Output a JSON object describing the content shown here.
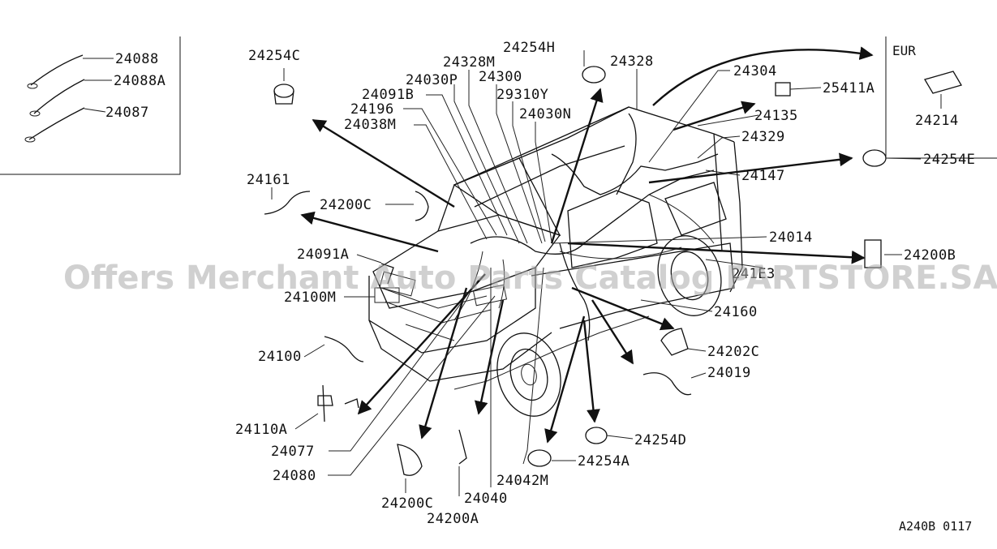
{
  "diagram": {
    "figure_code": "A240B 0117",
    "eur_label": "EUR",
    "watermark": "Offers Merchant Auto Parts Catalog PARTSTORE.SA",
    "parts": [
      {
        "id": "p24088",
        "label": "24088"
      },
      {
        "id": "p24088A",
        "label": "24088A"
      },
      {
        "id": "p24087",
        "label": "24087"
      },
      {
        "id": "p24254C",
        "label": "24254C"
      },
      {
        "id": "p24161",
        "label": "24161"
      },
      {
        "id": "p24200C_top",
        "label": "24200C"
      },
      {
        "id": "p24091A",
        "label": "24091A"
      },
      {
        "id": "p24100M",
        "label": "24100M"
      },
      {
        "id": "p24100",
        "label": "24100"
      },
      {
        "id": "p24110A",
        "label": "24110A"
      },
      {
        "id": "p24077",
        "label": "24077"
      },
      {
        "id": "p24080",
        "label": "24080"
      },
      {
        "id": "p24200C_bot",
        "label": "24200C"
      },
      {
        "id": "p24200A",
        "label": "24200A"
      },
      {
        "id": "p24040",
        "label": "24040"
      },
      {
        "id": "p24042M",
        "label": "24042M"
      },
      {
        "id": "p24254A",
        "label": "24254A"
      },
      {
        "id": "p24254D",
        "label": "24254D"
      },
      {
        "id": "p24019",
        "label": "24019"
      },
      {
        "id": "p24202C",
        "label": "24202C"
      },
      {
        "id": "p24160",
        "label": "24160"
      },
      {
        "id": "p241x3",
        "label": "241ЕЗ"
      },
      {
        "id": "p24200B",
        "label": "24200B"
      },
      {
        "id": "p24014",
        "label": "24014"
      },
      {
        "id": "p24147",
        "label": "24147"
      },
      {
        "id": "p24254E",
        "label": "24254E"
      },
      {
        "id": "p24329",
        "label": "24329"
      },
      {
        "id": "p24135",
        "label": "24135"
      },
      {
        "id": "p25411A",
        "label": "25411A"
      },
      {
        "id": "p24304",
        "label": "24304"
      },
      {
        "id": "p24214",
        "label": "24214"
      },
      {
        "id": "p24328",
        "label": "24328"
      },
      {
        "id": "p24254H",
        "label": "24254H"
      },
      {
        "id": "p24328M",
        "label": "24328M"
      },
      {
        "id": "p24030P",
        "label": "24030P"
      },
      {
        "id": "p24300",
        "label": "24300"
      },
      {
        "id": "p24091B",
        "label": "24091B"
      },
      {
        "id": "p29310Y",
        "label": "29310Y"
      },
      {
        "id": "p24196",
        "label": "24196"
      },
      {
        "id": "p24030N",
        "label": "24030N"
      },
      {
        "id": "p24038M",
        "label": "24038M"
      }
    ]
  }
}
